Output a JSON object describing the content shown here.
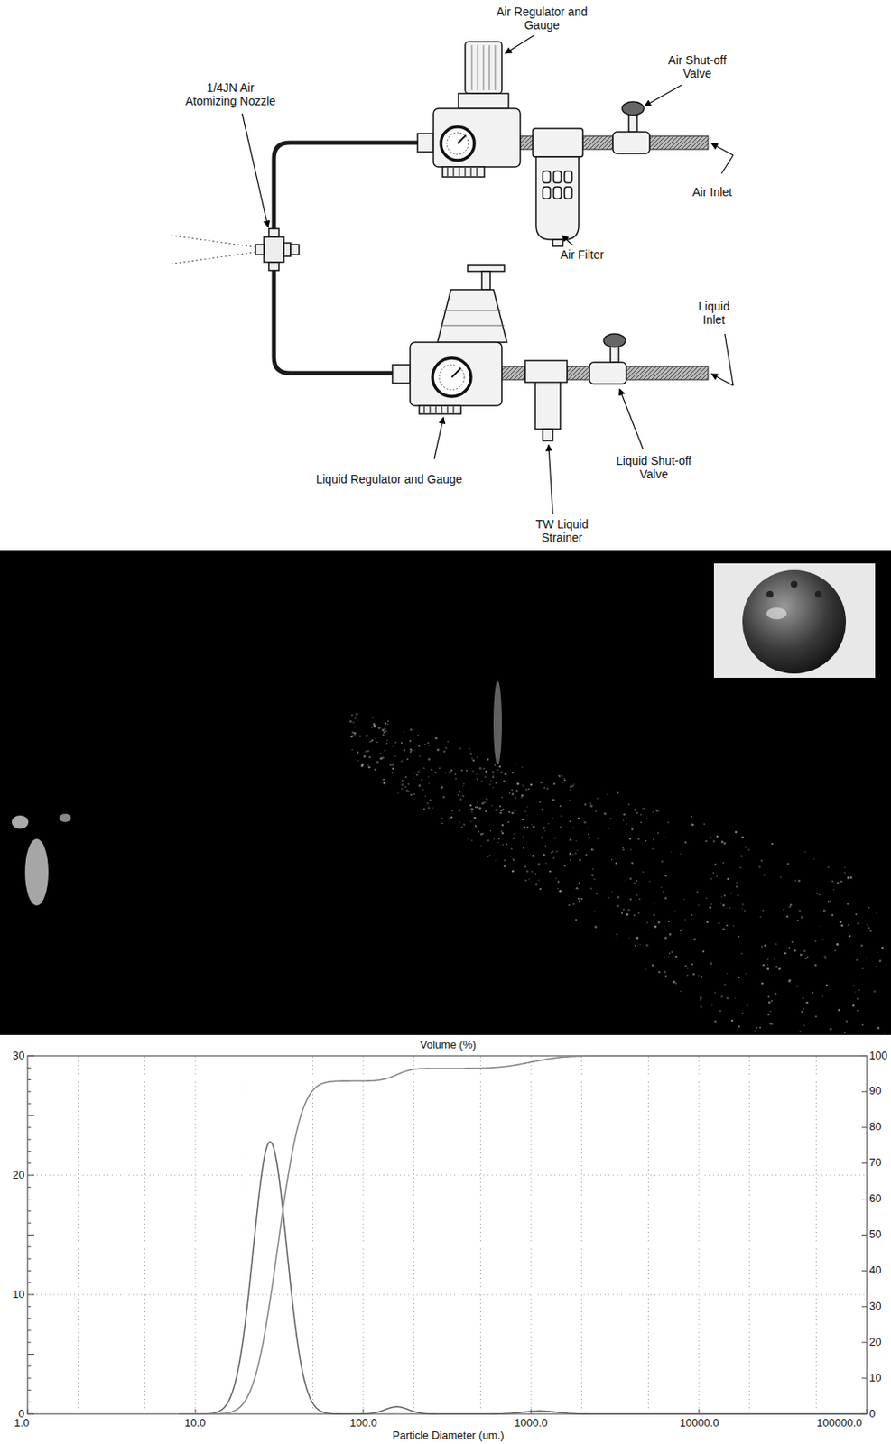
{
  "diagram": {
    "labels": [
      "Air Regulator and Gauge",
      "1/4JN Air Atomizing Nozzle",
      "Air Shut-off Valve",
      "Air Inlet",
      "Air Filter",
      "Liquid Inlet",
      "Liquid Regulator and Gauge",
      "Liquid Shut-off Valve",
      "TW Liquid Strainer",
      "Volume (%)",
      "30",
      "20",
      "10",
      "0",
      "1.0",
      "10.0",
      "100.0",
      "1000.0",
      "10000.0",
      "100000.0",
      "100",
      "90",
      "80",
      "70",
      "60",
      "50",
      "40",
      "30",
      "20",
      "10",
      "0",
      "Particle Diameter (um.)"
    ]
  }
}
